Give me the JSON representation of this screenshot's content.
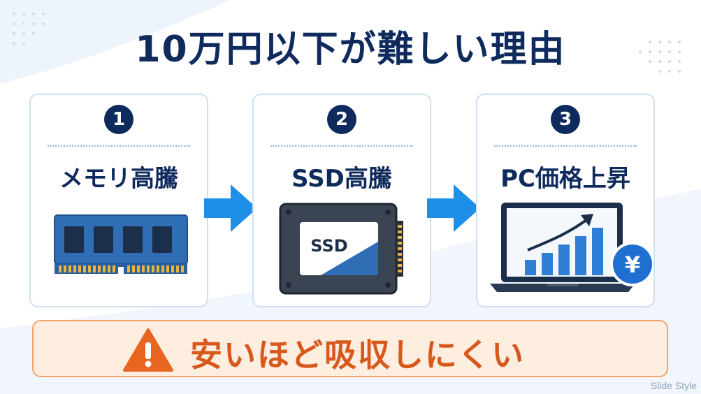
{
  "title": "10万円以下が難しい理由",
  "cards": [
    {
      "number": "1",
      "label": "メモリ高騰",
      "illustration": "memory-module-icon"
    },
    {
      "number": "2",
      "label": "SSD高騰",
      "illustration": "ssd-drive-icon",
      "badge_text": "SSD"
    },
    {
      "number": "3",
      "label": "PC価格上昇",
      "illustration": "laptop-rising-chart-icon",
      "badge_text": "¥"
    }
  ],
  "arrows": [
    "arrow-right-icon",
    "arrow-right-icon"
  ],
  "banner": {
    "icon": "warning-icon",
    "text": "安いほど吸収しにくい"
  },
  "watermark": "Slide Style",
  "colors": {
    "navy": "#0f2a5c",
    "accent_blue": "#1e8fe6",
    "card_border": "#cfe0f3",
    "banner_bg": "#fdeee0",
    "banner_border": "#f2a56b",
    "warning_orange": "#e8651f"
  }
}
